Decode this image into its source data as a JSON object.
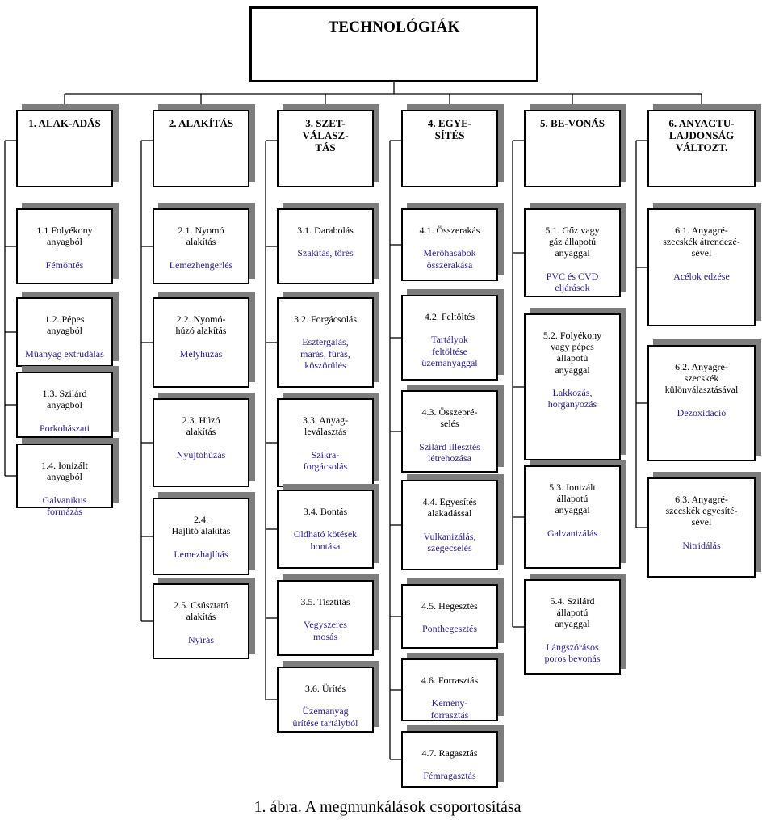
{
  "root": {
    "label": "TECHNOLÓGIÁK"
  },
  "categories": [
    {
      "label": "1. ALAK-ADÁS",
      "items": [
        {
          "label": "1.1 Folyékony\nanyagból",
          "example": "Fémöntés"
        },
        {
          "label": "1.2. Pépes\nanyagból",
          "example": "Műanyag extrudálás"
        },
        {
          "label": "1.3.  Szilárd\nanyagból",
          "example": "Porkohászati\nszinterezés"
        },
        {
          "label": "1.4. Ionizált\nanyagból",
          "example": "Galvanikus\nformázás"
        }
      ]
    },
    {
      "label": "2. ALAKÍTÁS",
      "items": [
        {
          "label": "2.1. Nyomó\nalakítás",
          "example": "Lemezhengerlés"
        },
        {
          "label": "2.2. Nyomó-\nhúzó alakítás",
          "example": "Mélyhúzás"
        },
        {
          "label": "2.3. Húzó\nalakítás",
          "example": "Nyújtóhúzás"
        },
        {
          "label": "2.4.\nHajlító alakítás",
          "example": "Lemezhajlítás"
        },
        {
          "label": "2.5. Csúsztató\nalakítás",
          "example": "Nyírás"
        }
      ]
    },
    {
      "label": "3. SZET-\nVÁLASZ-\nTÁS",
      "items": [
        {
          "label": "3.1. Darabolás",
          "example": "Szakítás, törés"
        },
        {
          "label": "3.2. Forgácsolás",
          "example": "Esztergálás,\nmarás, fúrás,\nköszörülés"
        },
        {
          "label": "3.3. Anyag-\nleválasztás",
          "example": "Szikra-\nforgácsolás"
        },
        {
          "label": "3.4. Bontás",
          "example": "Oldható kötések\nbontása"
        },
        {
          "label": "3.5. Tisztítás",
          "example": "Vegyszeres\nmosás"
        },
        {
          "label": "3.6. Ürítés",
          "example": "Üzemanyag\nürítése tartályból"
        }
      ]
    },
    {
      "label": "4. EGYE-\nSÍTÉS",
      "items": [
        {
          "label": "4.1. Összerakás",
          "example": "Mérőhasábok\nösszerakása"
        },
        {
          "label": "4.2. Feltöltés",
          "example": "Tartályok\nfeltöltése\nüzemanyaggal"
        },
        {
          "label": "4.3. Összepré-\nselés",
          "example": "Szilárd illesztés\nlétrehozása"
        },
        {
          "label": "4.4. Egyesítés\nalakadással",
          "example": "Vulkanizálás,\nszegecselés"
        },
        {
          "label": "4.5. Hegesztés",
          "example": "Ponthegesztés"
        },
        {
          "label": "4.6. Forrasztás",
          "example": "Kemény-\nforrasztás"
        },
        {
          "label": "4.7. Ragasztás",
          "example": "Fémragasztás"
        }
      ]
    },
    {
      "label": "5. BE-VONÁS",
      "items": [
        {
          "label": "5.1. Gőz vagy\ngáz állapotú\nanyaggal",
          "example": "PVC és CVD\neljárások"
        },
        {
          "label": "5.2. Folyékony\nvagy pépes\nállapotú\nanyaggal",
          "example": "Lakkozás,\nhorganyozás"
        },
        {
          "label": "5.3. Ionizált\nállapotú\nanyaggal",
          "example": "Galvanizálás"
        },
        {
          "label": "5.4.  Szilárd\nállapotú\nanyaggal",
          "example": "Lángszórásos\nporos bevonás"
        }
      ]
    },
    {
      "label": "6. ANYAGTU-\nLAJDONSÁG\nVÁLTOZT.",
      "items": [
        {
          "label": "6.1.  Anyagré-\nszecskék átrendezé-\nsével",
          "example": "Acélok edzése"
        },
        {
          "label": "6.2.  Anyagré-\nszecskék\nkülönválasztásával",
          "example": "Dezoxidáció"
        },
        {
          "label": "6.3.  Anyagré-\nszecskék egyesíté-\nsével",
          "example": "Nitridálás"
        }
      ]
    }
  ],
  "caption": "1.   ábra. A megmunkálások csoportosítása"
}
